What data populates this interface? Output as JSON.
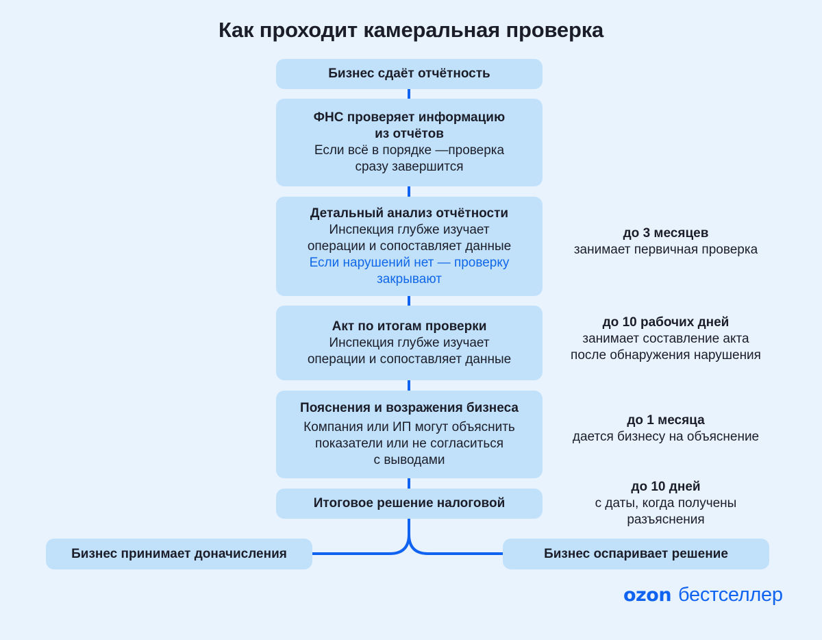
{
  "title": "Как проходит камеральная проверка",
  "colors": {
    "background": "#e9f3fd",
    "box": "#c1e1fb",
    "connector": "#0f63f0",
    "accent_text": "#1067e8"
  },
  "steps": [
    {
      "head": "Бизнес сдаёт отчётность",
      "lines": []
    },
    {
      "head": [
        "ФНС проверяет информацию",
        "из отчётов"
      ],
      "lines": [
        "Если всё в порядке —проверка",
        "сразу завершится"
      ]
    },
    {
      "head": "Детальный анализ отчётности",
      "lines": [
        "Инспекция глубже изучает",
        "операции и сопоставляет данные"
      ],
      "highlight": [
        "Если нарушений нет — проверку",
        "закрывают"
      ]
    },
    {
      "head": "Акт по итогам проверки",
      "lines": [
        "Инспекция глубже изучает",
        "операции и сопоставляет данные"
      ]
    },
    {
      "head": "Пояснения и возражения бизнеса",
      "lines": [
        "Компания или ИП могут объяснить",
        "показатели или не согласиться",
        "с выводами"
      ]
    },
    {
      "head": "Итоговое решение налоговой",
      "lines": []
    }
  ],
  "outcomes": {
    "left": "Бизнес принимает доначисления",
    "right": "Бизнес оспаривает решение"
  },
  "timings": [
    {
      "head": "до 3 месяцев",
      "lines": [
        "занимает первичная проверка"
      ]
    },
    {
      "head": "до 10 рабочих дней",
      "lines": [
        "занимает составление акта",
        "после обнаружения нарушения"
      ]
    },
    {
      "head": "до 1 месяца",
      "lines": [
        "дается бизнесу на объяснение"
      ]
    },
    {
      "head": "до 10 дней",
      "lines": [
        "с даты, когда получены",
        "разъяснения"
      ]
    }
  ],
  "logo": {
    "mark": "OZON",
    "text": "бестселлер"
  }
}
